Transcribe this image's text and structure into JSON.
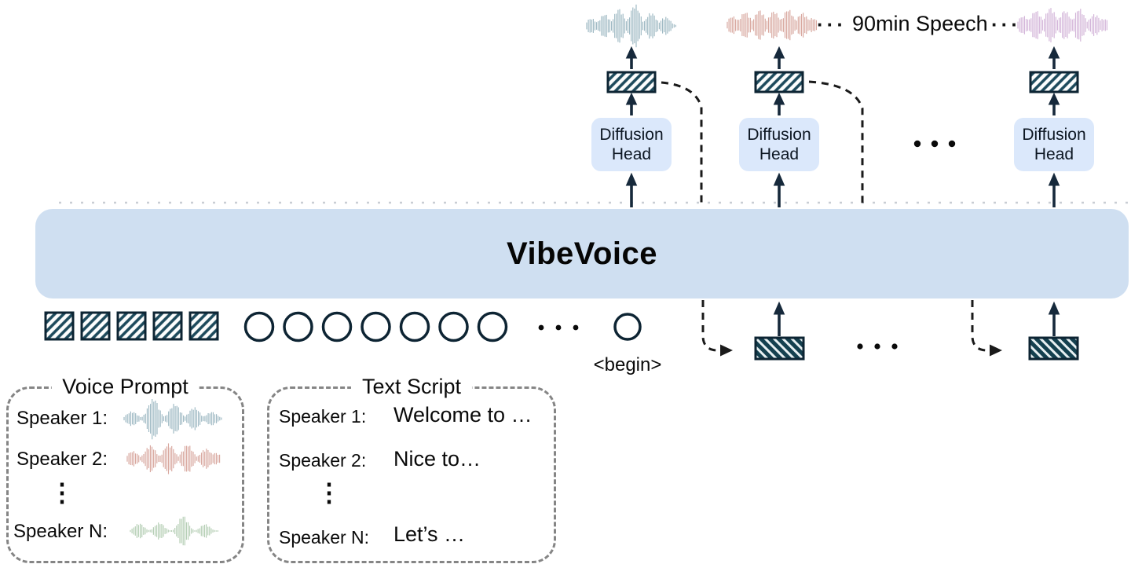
{
  "figure": {
    "model_name": "VibeVoice",
    "speech_duration_label": "90min Speech",
    "ellipsis": "···",
    "begin_token_label": "<begin>",
    "diffusion_head_label": "Diffusion Head"
  },
  "colors": {
    "bar_fill": "#cfdff1",
    "diffusion_head_fill": "#dbe8fb",
    "token_stroke": "#0d2433",
    "hatch_forward": "#1d4a5c",
    "hatch_backward": "#14404f",
    "arrow": "#16293b",
    "dashed_line": "#1a1a1a",
    "panel_border": "#858585",
    "waveform_teal": "#9db8c3",
    "waveform_salmon": "#d8a79e",
    "waveform_lilac": "#d2b3d8",
    "waveform_green": "#b3cdb2"
  },
  "voice_prompt": {
    "title": "Voice Prompt",
    "rows": [
      {
        "label": "Speaker 1:"
      },
      {
        "label": "Speaker 2:"
      },
      {
        "label": "⋮"
      },
      {
        "label": "Speaker N:"
      }
    ]
  },
  "text_script": {
    "title": "Text Script",
    "rows": [
      {
        "label": "Speaker 1:",
        "text": "Welcome to …"
      },
      {
        "label": "Speaker 2:",
        "text": "Nice to…"
      },
      {
        "label": "⋮"
      },
      {
        "label": "Speaker N:",
        "text": "Let’s …"
      }
    ]
  }
}
